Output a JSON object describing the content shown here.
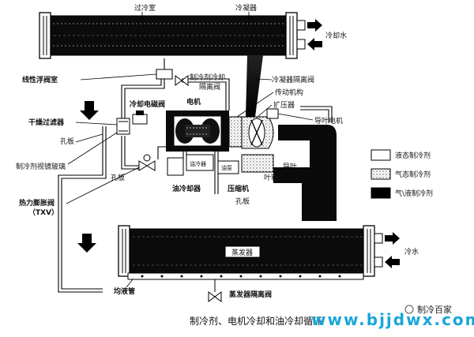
{
  "labels": {
    "subcooler": "过冷室",
    "condenser": "冷凝器",
    "cooling_water": "冷却水",
    "float_valve_chamber": "线性浮阀室",
    "refrig_cooling_isolation_valve": "制冷剂冷却\n隔离阀",
    "condenser_isolation_valve": "冷凝器隔离阀",
    "oil_cooling_solenoid": "冷却电磁阀",
    "motor": "电机",
    "transmission": "传动机构",
    "diffuser": "扩压器",
    "filter_drier": "干燥过滤器",
    "guide_vane_motor": "导叶电机",
    "orifice_1": "孔板",
    "sight_glass": "制冷剂视镜玻璃",
    "orifice_2": "孔板",
    "oil_tank": "油冷器",
    "oil_pump": "油泵",
    "oil_cooler": "油冷却器",
    "guide_vane": "导叶",
    "impeller": "叶轮",
    "compressor": "压缩机",
    "orifice_3": "孔板",
    "txv": "热力膨胀阀\n（TXV）",
    "evaporator": "蒸发器",
    "chilled_water": "冷水",
    "distribution_pipe": "均液管",
    "evaporator_isolation_valve": "蒸发器隔离阀",
    "caption": "制冷剂、电机冷却和油冷却循环",
    "website": "www.bjjdwx.com",
    "watermark": "制冷百家"
  },
  "legend": [
    {
      "label": "液态制冷剂",
      "swatch": "liquid"
    },
    {
      "label": "气态制冷剂",
      "swatch": "gas"
    },
    {
      "label": "气\\液制冷剂",
      "swatch": "mixed"
    }
  ],
  "colors": {
    "ink": "#111111",
    "url_blue": "#1aa6d8"
  }
}
